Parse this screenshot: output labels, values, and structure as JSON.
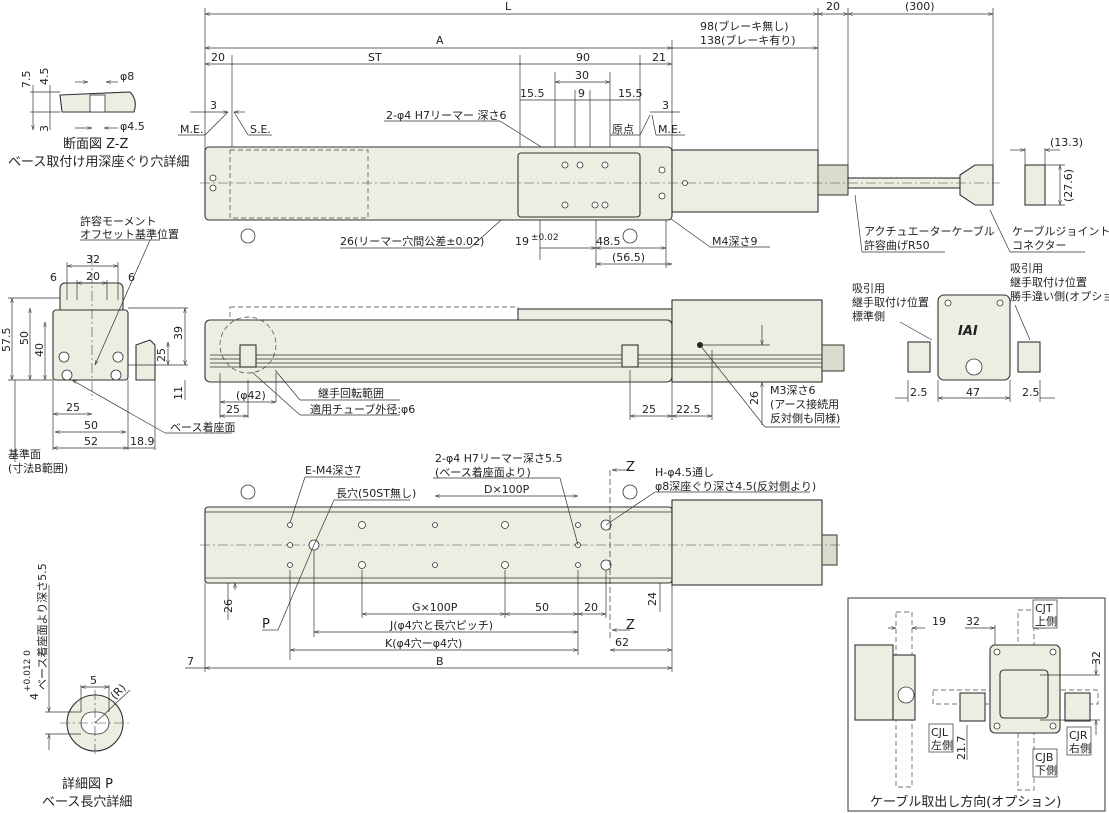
{
  "top_view": {
    "L": "L",
    "d20": "20",
    "d300": "(300)",
    "A": "A",
    "brake_off": "98(ブレーキ無し)",
    "brake_on": "138(ブレーキ有り)",
    "d20a": "20",
    "ST": "ST",
    "d90": "90",
    "d21": "21",
    "d30": "30",
    "d15_5a": "15.5",
    "d9": "9",
    "d15_5b": "15.5",
    "d3a": "3",
    "d3b": "3",
    "me1": "M.E.",
    "se": "S.E.",
    "origin": "原点",
    "me2": "M.E.",
    "reamer": "2-φ4 H7リーマー 深さ6",
    "tol26": "26(リーマー穴間公差±0.02)",
    "d19": "19",
    "tol19": "±0.02",
    "d48_5": "48.5",
    "d56_5": "(56.5)",
    "m4": "M4深さ9",
    "d13_3": "(13.3)",
    "d27_6": "(27.6)",
    "cable1": "アクチュエーターケーブル",
    "cable2": "許容曲げR50",
    "conn1": "ケーブルジョイント",
    "conn2": "コネクター"
  },
  "section_zz": {
    "d7_5": "7.5",
    "d4_5": "4.5",
    "d3": "3",
    "phi8": "φ8",
    "phi4_5": "φ4.5",
    "title": "断面図 Z-Z",
    "subtitle": "ベース取付け用深座ぐり穴詳細"
  },
  "end_view": {
    "moment1": "許容モーメント",
    "moment2": "オフセット基準位置",
    "d32": "32",
    "d6a": "6",
    "d20": "20",
    "d6b": "6",
    "d57_5": "57.5",
    "d50v": "50",
    "d40": "40",
    "d39": "39",
    "d25v": "25",
    "d11": "11",
    "d25": "25",
    "d50": "50",
    "d52": "52",
    "d18_9": "18.9",
    "seat": "ベース着座面",
    "ref1": "基準面",
    "ref2": "(寸法B範囲)"
  },
  "side_view": {
    "phi42": "(φ42)",
    "d25a": "25",
    "rot": "継手回転範囲",
    "tube": "適用チューブ外径:φ6",
    "d25b": "25",
    "d22_5": "22.5",
    "d26": "26",
    "m3a": "M3深さ6",
    "m3b": "(アース接続用",
    "m3c": "反対側も同様)"
  },
  "right_end": {
    "l1": "吸引用",
    "l2": "継手取付け位置",
    "l3": "標準側",
    "r1": "吸引用",
    "r2": "継手取付け位置",
    "r3": "勝手違い側(オプション)",
    "d2_5a": "2.5",
    "d47": "47",
    "d2_5b": "2.5",
    "logo": "IAI"
  },
  "bottom_view": {
    "em4": "E-M4深さ7",
    "slot": "長穴(50ST無し)",
    "reamer1": "2-φ4 H7リーマー深さ5.5",
    "reamer2": "(ベース着座面より)",
    "D": "D×100P",
    "z1": "Z",
    "h1": "H-φ4.5通し",
    "h2": "φ8深座ぐり深さ4.5(反対側より)",
    "d26": "26",
    "G": "G×100P",
    "d50": "50",
    "d20": "20",
    "d24": "24",
    "J": "J(φ4穴と長穴ピッチ)",
    "K": "K(φ4穴ーφ4穴)",
    "B": "B",
    "d7": "7",
    "P": "P",
    "z2": "Z",
    "d62": "62"
  },
  "detail_p": {
    "d5": "5",
    "R": "(R)",
    "d4": "4",
    "tol": "+0.012 0",
    "depth": "ベース着座面より深さ5.5",
    "title": "詳細図 P",
    "subtitle": "ベース長穴詳細"
  },
  "cable_dir": {
    "d19": "19",
    "d32a": "32",
    "cjt1": "CJT",
    "cjt2": "上側",
    "d32b": "32",
    "cjl1": "CJL",
    "cjl2": "左側",
    "d21_7": "21.7",
    "cjr1": "CJR",
    "cjr2": "右側",
    "cjb1": "CJB",
    "cjb2": "下側",
    "title": "ケーブル取出し方向(オプション)"
  }
}
